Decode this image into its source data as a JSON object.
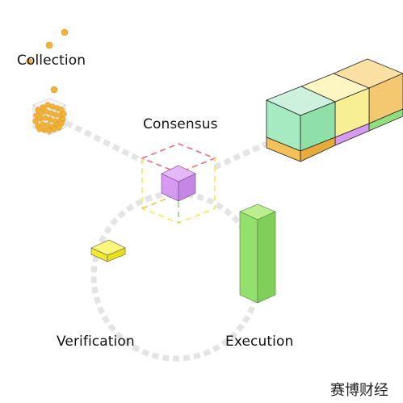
{
  "labels": {
    "collection": "Collection",
    "consensus": "Consensus",
    "verification": "Verification",
    "execution": "Execution"
  },
  "watermark": "赛博财经",
  "colors": {
    "path_gray": "#e7e7e7",
    "gold": "#f0b33c",
    "purple": "#d69af1",
    "green": "#8fe07c",
    "light_green": "#a8ecc2",
    "pale_yellow": "#fbf3a5",
    "peach": "#f8d88a",
    "yellow_block": "#f8f04a",
    "text": "#111111"
  }
}
